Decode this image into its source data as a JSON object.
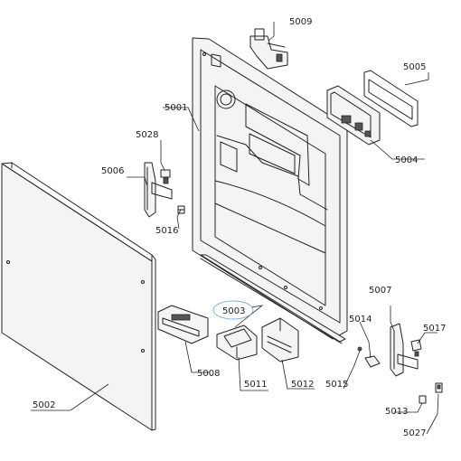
{
  "callouts": [
    {
      "id": "label-5001",
      "text": "5001"
    },
    {
      "id": "label-5002",
      "text": "5002"
    },
    {
      "id": "label-5003",
      "text": "5003"
    },
    {
      "id": "label-5004",
      "text": "5004"
    },
    {
      "id": "label-5005",
      "text": "5005"
    },
    {
      "id": "label-5006",
      "text": "5006"
    },
    {
      "id": "label-5007",
      "text": "5007"
    },
    {
      "id": "label-5008",
      "text": "5008"
    },
    {
      "id": "label-5009",
      "text": "5009"
    },
    {
      "id": "label-5011",
      "text": "5011"
    },
    {
      "id": "label-5012",
      "text": "5012"
    },
    {
      "id": "label-5013",
      "text": "5013"
    },
    {
      "id": "label-5014",
      "text": "5014"
    },
    {
      "id": "label-5015",
      "text": "5015"
    },
    {
      "id": "label-5016",
      "text": "5016"
    },
    {
      "id": "label-5017",
      "text": "5017"
    },
    {
      "id": "label-5027",
      "text": "5027"
    },
    {
      "id": "label-5028",
      "text": "5028"
    }
  ],
  "highlighted_callout": "5003"
}
